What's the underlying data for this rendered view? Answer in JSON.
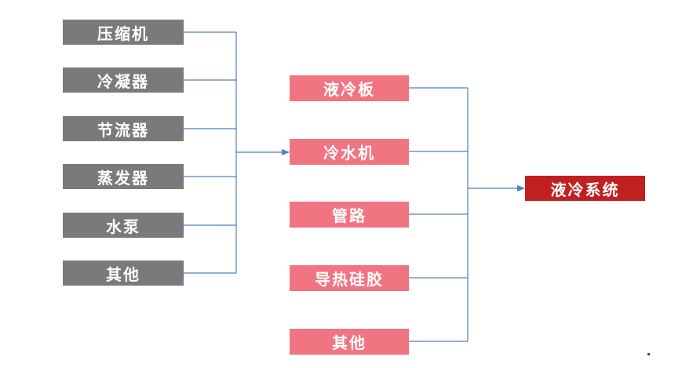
{
  "components": {
    "items": [
      {
        "label": "压缩机"
      },
      {
        "label": "冷凝器"
      },
      {
        "label": "节流器"
      },
      {
        "label": "蒸发器"
      },
      {
        "label": "水泵"
      },
      {
        "label": "其他"
      }
    ]
  },
  "subsystems": {
    "items": [
      {
        "label": "液冷板"
      },
      {
        "label": "冷水机"
      },
      {
        "label": "管路"
      },
      {
        "label": "导热硅胶"
      },
      {
        "label": "其他"
      }
    ]
  },
  "system": {
    "label": "液冷系统"
  },
  "colors": {
    "component_box": "#7a7a7a",
    "subsystem_box": "#f07482",
    "system_box": "#c0201f",
    "connector": "#4f7fbf"
  }
}
